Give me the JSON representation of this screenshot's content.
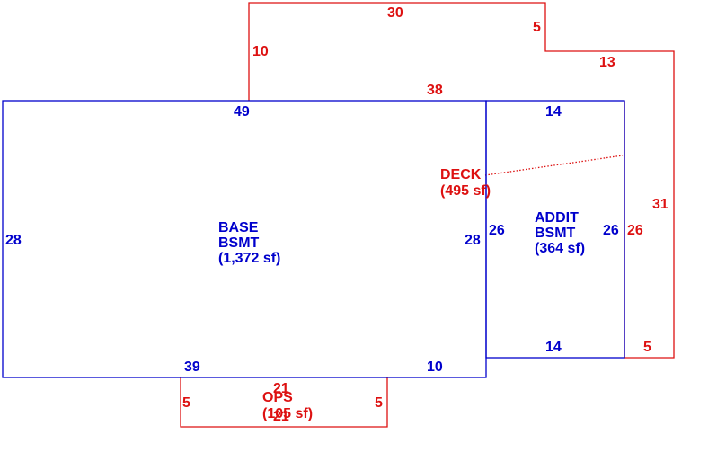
{
  "colors": {
    "blue": "#0000cc",
    "red": "#dd1111"
  },
  "areas": {
    "base": {
      "line1": "BASE",
      "line2": "BSMT",
      "area": "(1,372 sf)"
    },
    "addit": {
      "line1": "ADDIT",
      "line2": "BSMT",
      "area": "(364 sf)"
    },
    "deck": {
      "name": "DECK",
      "area": "(495 sf)"
    },
    "ops": {
      "name": "OPS",
      "area": "(105 sf)"
    }
  },
  "dimensions": {
    "base_top": "49",
    "base_left": "28",
    "base_right": "28",
    "base_bottom_left": "39",
    "base_bottom_right": "10",
    "addit_top": "14",
    "addit_left": "26",
    "addit_right": "26",
    "addit_bottom": "14",
    "deck_top": "30",
    "deck_left": "10",
    "deck_step": "5",
    "deck_upper_right": "13",
    "deck_inner_top": "38",
    "deck_right": "31",
    "deck_right_edge": "26",
    "deck_bottom": "5",
    "ops_top": "21",
    "ops_bottom": "21",
    "ops_left": "5",
    "ops_right": "5"
  }
}
